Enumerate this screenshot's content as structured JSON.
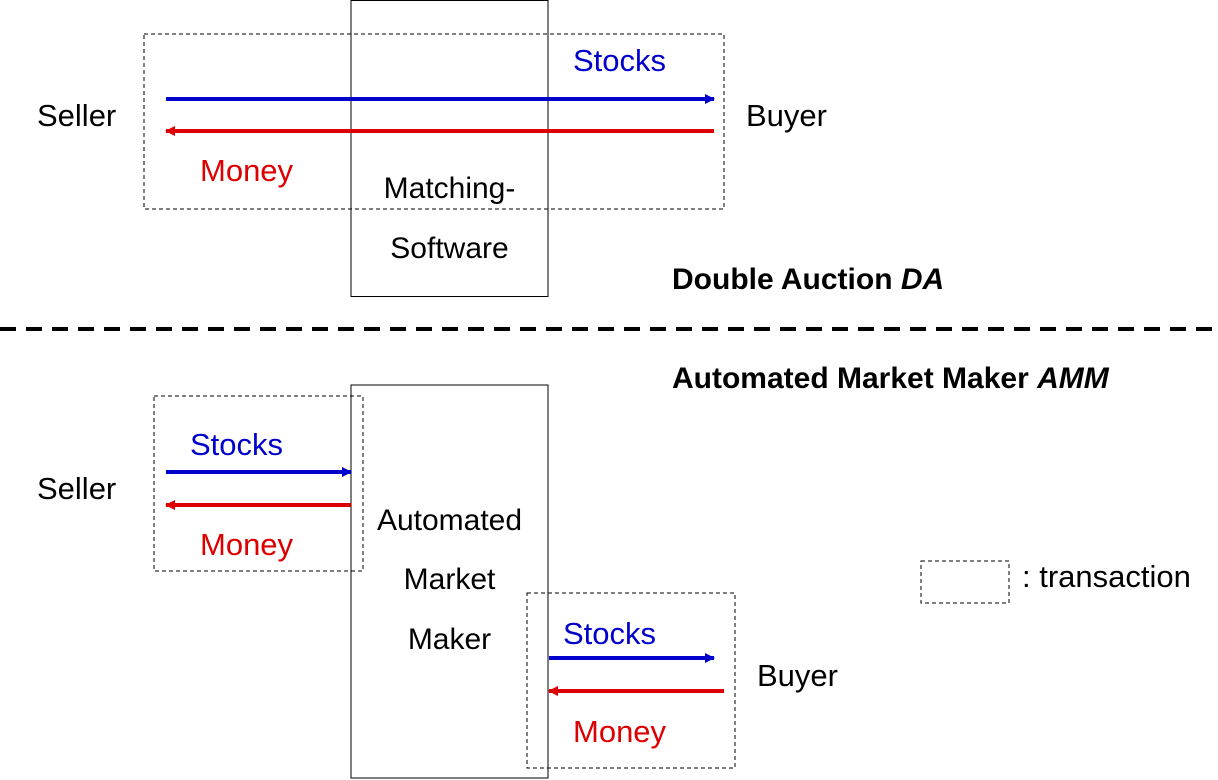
{
  "colors": {
    "stocks_arrow": "#0000cc",
    "money_arrow": "#dd0000",
    "box_border": "#000000",
    "divider": "#000000"
  },
  "double_auction": {
    "seller_label": "Seller",
    "buyer_label": "Buyer",
    "stocks_label": "Stocks",
    "money_label": "Money",
    "software_line1": "Matching-",
    "software_line2": "Software",
    "heading_text": "Double Auction",
    "heading_abbrev": "DA"
  },
  "amm": {
    "heading_text": "Automated Market Maker",
    "heading_abbrev": "AMM",
    "seller_label": "Seller",
    "buyer_label": "Buyer",
    "seller_stocks_label": "Stocks",
    "seller_money_label": "Money",
    "buyer_stocks_label": "Stocks",
    "buyer_money_label": "Money",
    "maker_line1": "Automated",
    "maker_line2": "Market",
    "maker_line3": "Maker"
  },
  "legend": {
    "label": ": transaction"
  }
}
